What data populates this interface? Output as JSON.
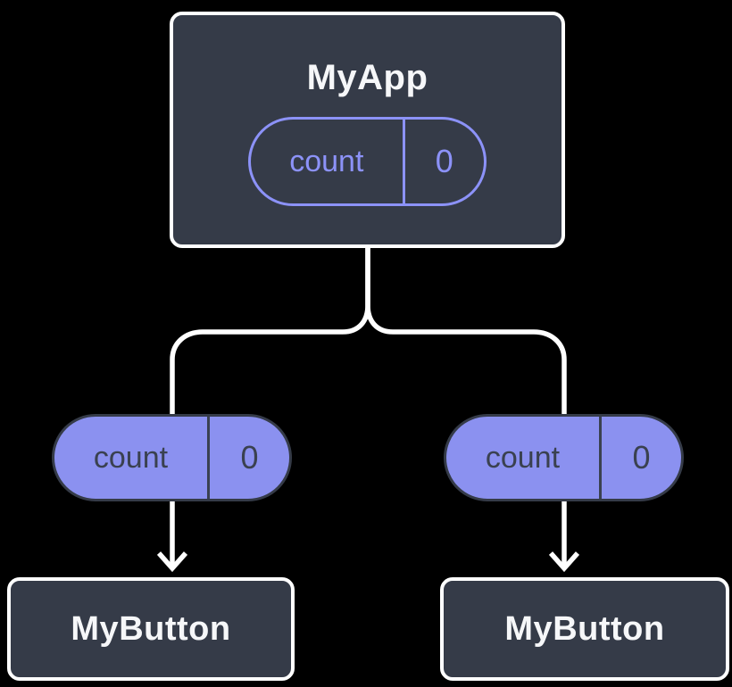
{
  "diagram": {
    "description": "React component tree diagram showing state lifted to parent",
    "root": {
      "title": "MyApp",
      "state_pill": {
        "label": "count",
        "value": "0"
      }
    },
    "props": [
      {
        "label": "count",
        "value": "0"
      },
      {
        "label": "count",
        "value": "0"
      }
    ],
    "children": [
      {
        "title": "MyButton"
      },
      {
        "title": "MyButton"
      }
    ],
    "colors": {
      "background": "#000000",
      "box_fill": "#353B48",
      "box_border": "#FFFFFF",
      "pill_fill": "#8B91F0",
      "pill_outline": "#8C92F8",
      "pill_dark_text": "#3A4150",
      "connector": "#FFFFFF",
      "title_text": "#F6F7F9"
    }
  }
}
